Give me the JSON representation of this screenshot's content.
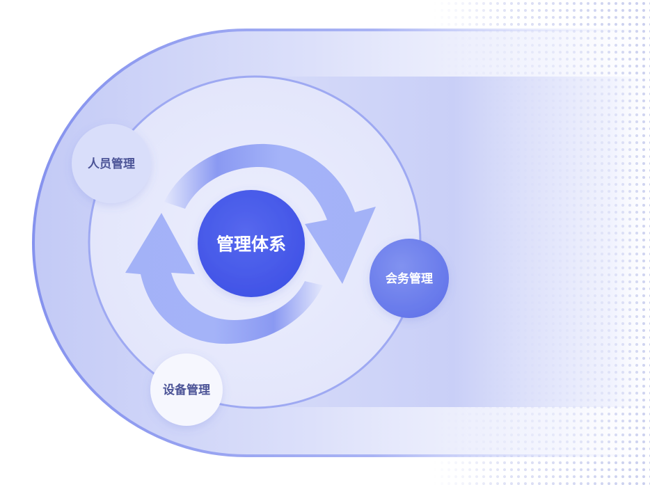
{
  "center": {
    "label": "管理体系"
  },
  "nodes": {
    "personnel": {
      "label": "人员管理"
    },
    "meeting": {
      "label": "会务管理"
    },
    "equipment": {
      "label": "设备管理"
    }
  },
  "colors": {
    "outer_ring": "#8E9AF0",
    "outer_band": "#D4D9F8",
    "inner_disc": "#E6E9FC",
    "inner_ring": "#9EA9F2",
    "arrow": "#9FB0F7",
    "center_fill": "#4A5CEB",
    "center_text": "#FFFFFF",
    "personnel_fill": "#D9DEFA",
    "personnel_text": "#4C5497",
    "meeting_fill": "#6E80EC",
    "meeting_text": "#FFFFFF",
    "equipment_fill": "#F6F7FE",
    "equipment_text": "#4C5497",
    "dots": "#C9CEEE"
  }
}
